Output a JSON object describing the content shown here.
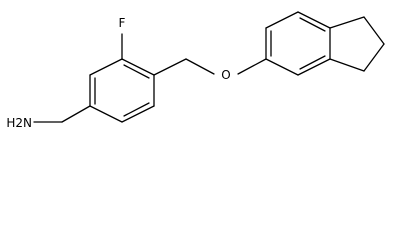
{
  "molecule": {
    "atoms": {
      "fluorine": "F",
      "oxygen": "O",
      "amine": "H2N"
    }
  }
}
